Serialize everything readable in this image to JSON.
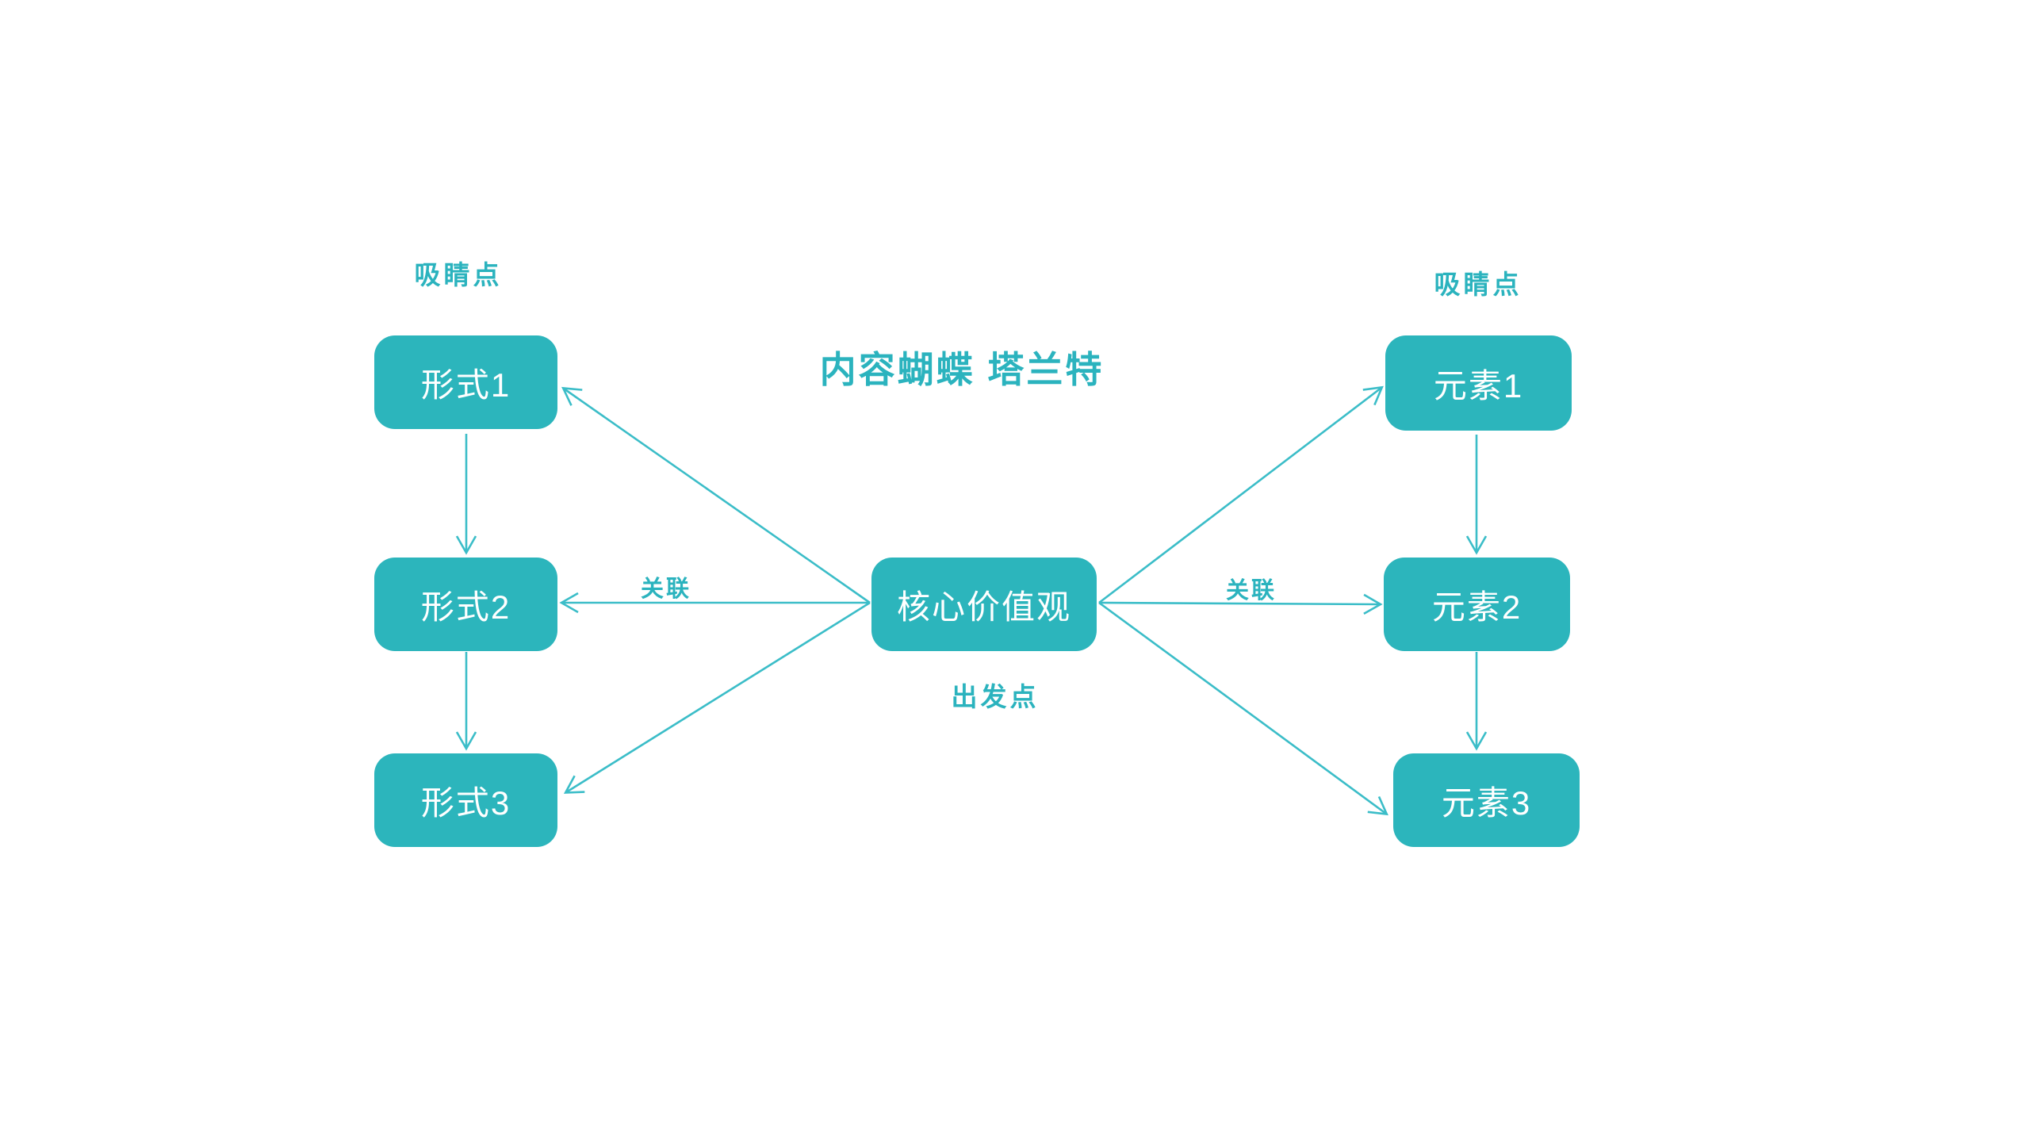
{
  "title": "内容蝴蝶 塔兰特",
  "colors": {
    "node_fill": "#2CB5BC",
    "node_text": "#ffffff",
    "connector": "#3BBDC8",
    "label_text": "#2BB3BE",
    "background": "#ffffff"
  },
  "nodes": [
    {
      "id": "core",
      "label": "核心价值观"
    },
    {
      "id": "form1",
      "label": "形式1"
    },
    {
      "id": "form2",
      "label": "形式2"
    },
    {
      "id": "form3",
      "label": "形式3"
    },
    {
      "id": "element1",
      "label": "元素1"
    },
    {
      "id": "element2",
      "label": "元素2"
    },
    {
      "id": "element3",
      "label": "元素3"
    }
  ],
  "annotations": {
    "left_column_caption": "吸睛点",
    "right_column_caption": "吸睛点",
    "center_caption": "出发点"
  },
  "edges": [
    {
      "from": "核心价值观",
      "to": "形式1",
      "label": ""
    },
    {
      "from": "核心价值观",
      "to": "形式2",
      "label": "关联"
    },
    {
      "from": "核心价值观",
      "to": "形式3",
      "label": ""
    },
    {
      "from": "核心价值观",
      "to": "元素1",
      "label": ""
    },
    {
      "from": "核心价值观",
      "to": "元素2",
      "label": "关联"
    },
    {
      "from": "核心价值观",
      "to": "元素3",
      "label": ""
    },
    {
      "from": "形式1",
      "to": "形式2",
      "label": ""
    },
    {
      "from": "形式2",
      "to": "形式3",
      "label": ""
    },
    {
      "from": "元素1",
      "to": "元素2",
      "label": ""
    },
    {
      "from": "元素2",
      "to": "元素3",
      "label": ""
    }
  ]
}
